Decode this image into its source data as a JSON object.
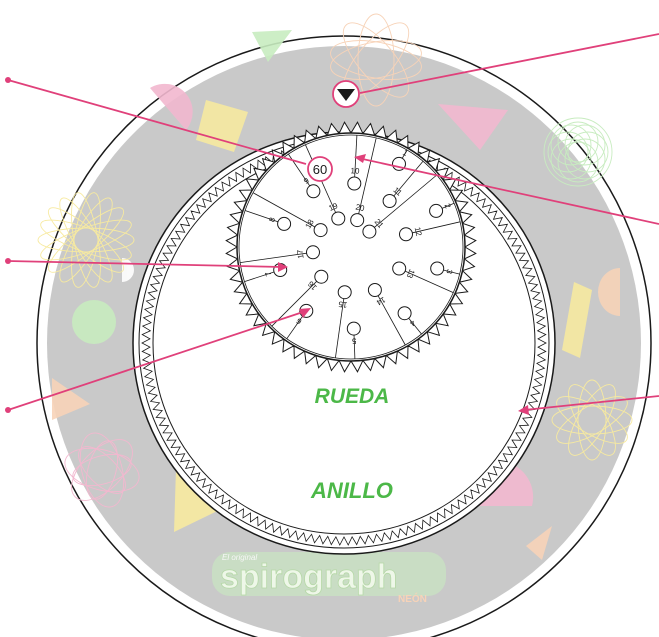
{
  "colors": {
    "ring_band": "#c9c9c9",
    "callout_line": "#e0407a",
    "label_green": "#4cb848",
    "outline": "#1a1a1a",
    "pastel_pink": "#f2b8cf",
    "pastel_yellow": "#f7eaa0",
    "pastel_green": "#c8ecc0",
    "pastel_peach": "#f7d3b8"
  },
  "wheel": {
    "tooth_count": "60",
    "hole_numbers": [
      "1",
      "2",
      "3",
      "4",
      "5",
      "6",
      "7",
      "8",
      "9",
      "10",
      "11",
      "12",
      "13",
      "14",
      "15",
      "16",
      "17",
      "18",
      "19",
      "20",
      "21"
    ],
    "label": "RUEDA"
  },
  "ring": {
    "label": "ANILLO",
    "marker_icon": "triangle-down-icon"
  },
  "logo": {
    "tagline": "El original",
    "brand": "spirograph",
    "sub": "NEÓN"
  }
}
